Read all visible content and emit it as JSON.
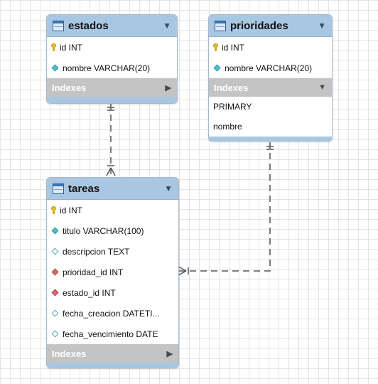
{
  "tables": {
    "estados": {
      "name": "estados",
      "columns": [
        {
          "text": "id INT",
          "icon": "primary-key-icon"
        },
        {
          "text": "nombre VARCHAR(20)",
          "icon": "not-null-column-icon"
        }
      ],
      "indexes_label": "Indexes"
    },
    "prioridades": {
      "name": "prioridades",
      "columns": [
        {
          "text": "id INT",
          "icon": "primary-key-icon"
        },
        {
          "text": "nombre VARCHAR(20)",
          "icon": "not-null-column-icon"
        }
      ],
      "indexes_label": "Indexes",
      "indexes": [
        "PRIMARY",
        "nombre"
      ]
    },
    "tareas": {
      "name": "tareas",
      "columns": [
        {
          "text": "id INT",
          "icon": "primary-key-icon"
        },
        {
          "text": "titulo VARCHAR(100)",
          "icon": "not-null-column-icon"
        },
        {
          "text": "descripcion TEXT",
          "icon": "nullable-column-icon"
        },
        {
          "text": "prioridad_id INT",
          "icon": "foreign-key-icon"
        },
        {
          "text": "estado_id INT",
          "icon": "foreign-key-icon"
        },
        {
          "text": "fecha_creacion DATETI...",
          "icon": "nullable-column-icon"
        },
        {
          "text": "fecha_vencimiento DATE",
          "icon": "nullable-column-icon"
        }
      ],
      "indexes_label": "Indexes"
    }
  },
  "colors": {
    "header": "#a8c7e2",
    "indexes_bar": "#c4c4c4",
    "connector": "#555555"
  }
}
